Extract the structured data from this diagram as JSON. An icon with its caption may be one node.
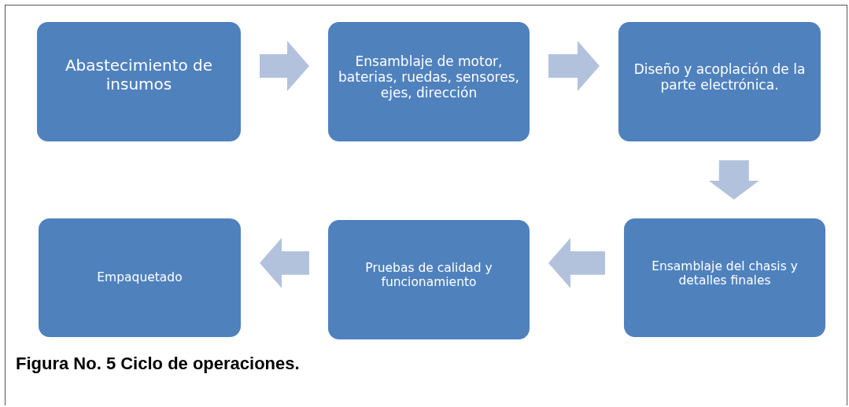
{
  "diagram": {
    "caption": "Figura No. 5 Ciclo de operaciones.",
    "nodes": [
      {
        "text": [
          "Abastecimiento de insumos"
        ]
      },
      {
        "text": [
          "Ensamblaje de motor, baterias, ruedas, sensores, ejes, dirección"
        ]
      },
      {
        "text": [
          "Diseño y acoplación de la parte electrónica."
        ]
      },
      {
        "text": [
          "Ensamblaje del chasis y detalles finales"
        ]
      },
      {
        "text": [
          "Pruebas de calidad y funcionamiento"
        ]
      },
      {
        "text": [
          "Empaquetado"
        ]
      }
    ],
    "edges": [
      {
        "from": 0,
        "to": 1,
        "arrow": "to"
      },
      {
        "from": 1,
        "to": 2,
        "arrow": "to"
      },
      {
        "from": 2,
        "to": 3,
        "arrow": "to"
      },
      {
        "from": 3,
        "to": 4,
        "arrow": "to"
      },
      {
        "from": 4,
        "to": 5,
        "arrow": "to"
      }
    ]
  }
}
